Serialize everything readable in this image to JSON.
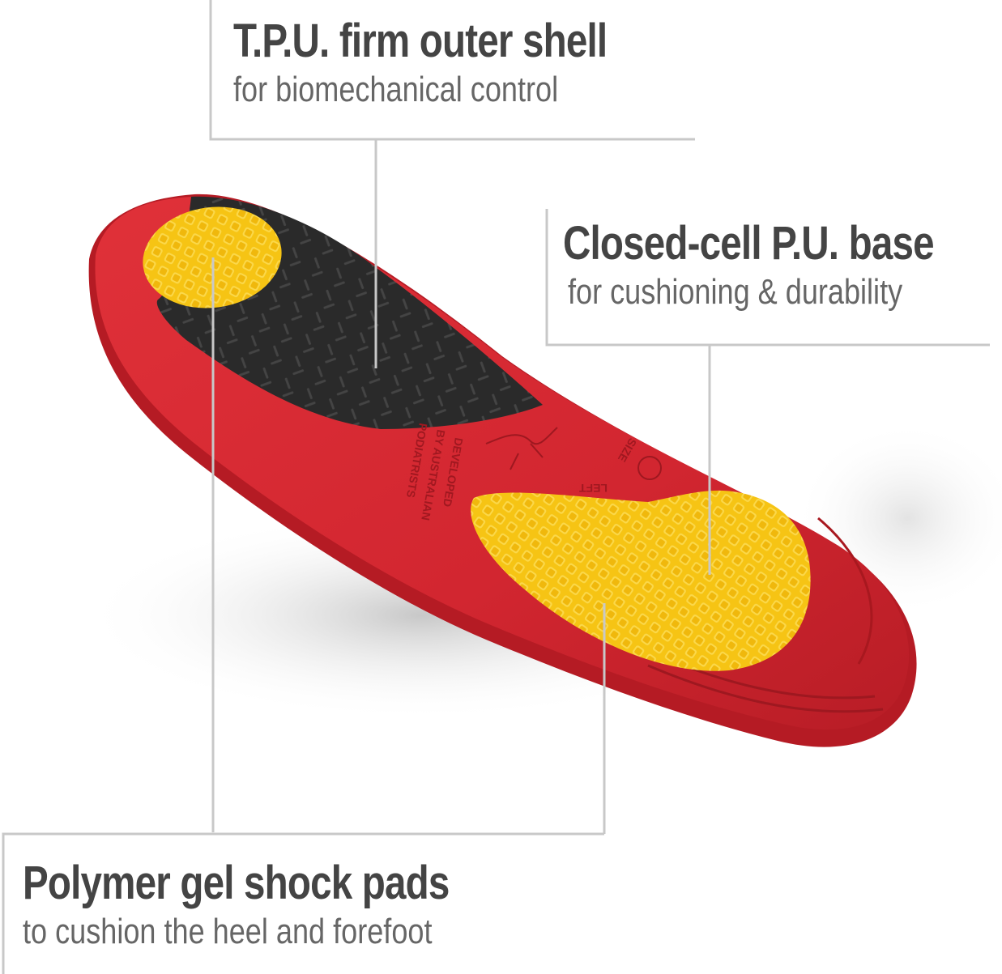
{
  "labels": {
    "tpu": {
      "title": "T.P.U. firm outer shell",
      "subtitle": "for biomechanical control"
    },
    "pu": {
      "title": "Closed-cell P.U. base",
      "subtitle": "for cushioning & durability"
    },
    "gel": {
      "title": "Polymer gel shock pads",
      "subtitle": "to cushion the heel and forefoot"
    }
  },
  "insole_markings": {
    "line1": "DEVELOPED",
    "line2": "BY AUSTRALIAN",
    "line3": "PODIATRISTS",
    "side": "LEFT",
    "size": "SIZE"
  },
  "colors": {
    "shell_red": "#d42a33",
    "shell_dark_red": "#a5161e",
    "tpu_black": "#2b2b2b",
    "gel_yellow": "#f7c515",
    "text_gray": "#444444",
    "line_gray": "#c8c8c8"
  }
}
